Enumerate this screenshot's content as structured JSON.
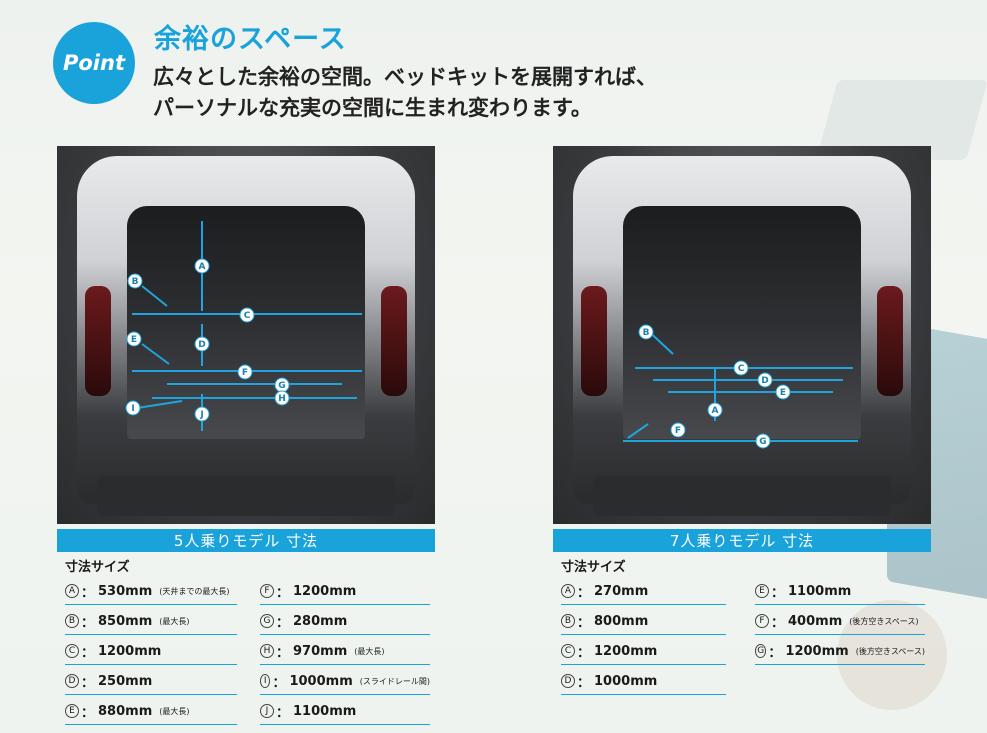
{
  "header": {
    "badge": "Point",
    "title": "余裕のスペース",
    "lead_line1": "広々とした余裕の空間。ベッドキットを展開すれば、",
    "lead_line2": "パーソナルな充実の空間に生まれ変わります。"
  },
  "left": {
    "bar_title": "5人乗りモデル 寸法",
    "spec_heading": "寸法サイズ",
    "labels": [
      "A",
      "B",
      "C",
      "D",
      "E",
      "F",
      "G",
      "H",
      "I",
      "J"
    ],
    "specs": [
      {
        "mark": "A",
        "value": "530mm",
        "note": "(天井までの最大長)"
      },
      {
        "mark": "B",
        "value": "850mm",
        "note": "(最大長)"
      },
      {
        "mark": "C",
        "value": "1200mm",
        "note": ""
      },
      {
        "mark": "D",
        "value": "250mm",
        "note": ""
      },
      {
        "mark": "E",
        "value": "880mm",
        "note": "(最大長)"
      },
      {
        "mark": "F",
        "value": "1200mm",
        "note": ""
      },
      {
        "mark": "G",
        "value": "280mm",
        "note": ""
      },
      {
        "mark": "H",
        "value": "970mm",
        "note": "(最大長)"
      },
      {
        "mark": "I",
        "value": "1000mm",
        "note": "(スライドレール間)"
      },
      {
        "mark": "J",
        "value": "1100mm",
        "note": ""
      }
    ]
  },
  "right": {
    "bar_title": "7人乗りモデル 寸法",
    "spec_heading": "寸法サイズ",
    "labels": [
      "A",
      "B",
      "C",
      "D",
      "E",
      "F",
      "G"
    ],
    "specs": [
      {
        "mark": "A",
        "value": "270mm",
        "note": ""
      },
      {
        "mark": "B",
        "value": "800mm",
        "note": ""
      },
      {
        "mark": "C",
        "value": "1200mm",
        "note": ""
      },
      {
        "mark": "D",
        "value": "1000mm",
        "note": ""
      },
      {
        "mark": "E",
        "value": "1100mm",
        "note": ""
      },
      {
        "mark": "F",
        "value": "400mm",
        "note": "(後方空きスペース)"
      },
      {
        "mark": "G",
        "value": "1200mm",
        "note": "(後方空きスペース)"
      }
    ]
  },
  "colors": {
    "accent": "#1aa3db"
  }
}
